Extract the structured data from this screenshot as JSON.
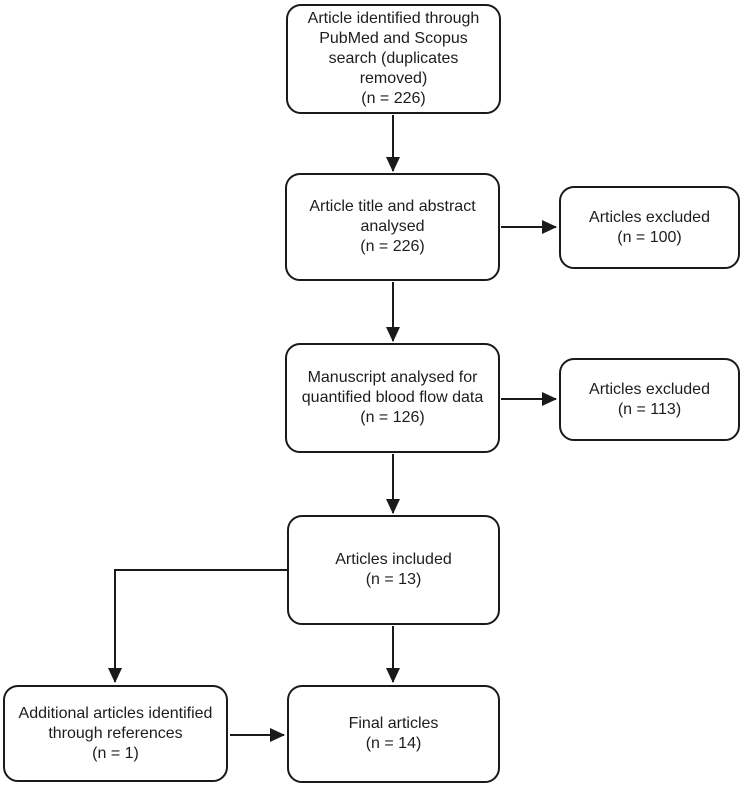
{
  "diagram": {
    "type": "flowchart",
    "colors": {
      "background": "#ffffff",
      "box_border": "#1a1a1a",
      "text": "#1d1d1d",
      "arrow": "#1a1a1a"
    },
    "nodes": {
      "identified": {
        "text": "Article identified through\nPubMed and Scopus\nsearch (duplicates\nremoved)\n(n = 226)"
      },
      "title_abstract": {
        "text": "Article title and abstract\nanalysed\n(n = 226)"
      },
      "excluded_abstract": {
        "text": "Articles excluded\n(n = 100)"
      },
      "manuscript": {
        "text": "Manuscript analysed for\nquantified blood flow data\n(n = 126)"
      },
      "excluded_manuscript": {
        "text": "Articles excluded\n(n = 113)"
      },
      "included": {
        "text": "Articles included\n(n = 13)"
      },
      "additional": {
        "text": "Additional articles identified\nthrough references\n(n = 1)"
      },
      "final": {
        "text": "Final articles\n(n = 14)"
      }
    },
    "connections": [
      {
        "from": "identified",
        "to": "title_abstract"
      },
      {
        "from": "title_abstract",
        "to": "excluded_abstract"
      },
      {
        "from": "title_abstract",
        "to": "manuscript"
      },
      {
        "from": "manuscript",
        "to": "excluded_manuscript"
      },
      {
        "from": "manuscript",
        "to": "included"
      },
      {
        "from": "included",
        "to": "additional"
      },
      {
        "from": "included",
        "to": "final"
      },
      {
        "from": "additional",
        "to": "final"
      }
    ]
  }
}
